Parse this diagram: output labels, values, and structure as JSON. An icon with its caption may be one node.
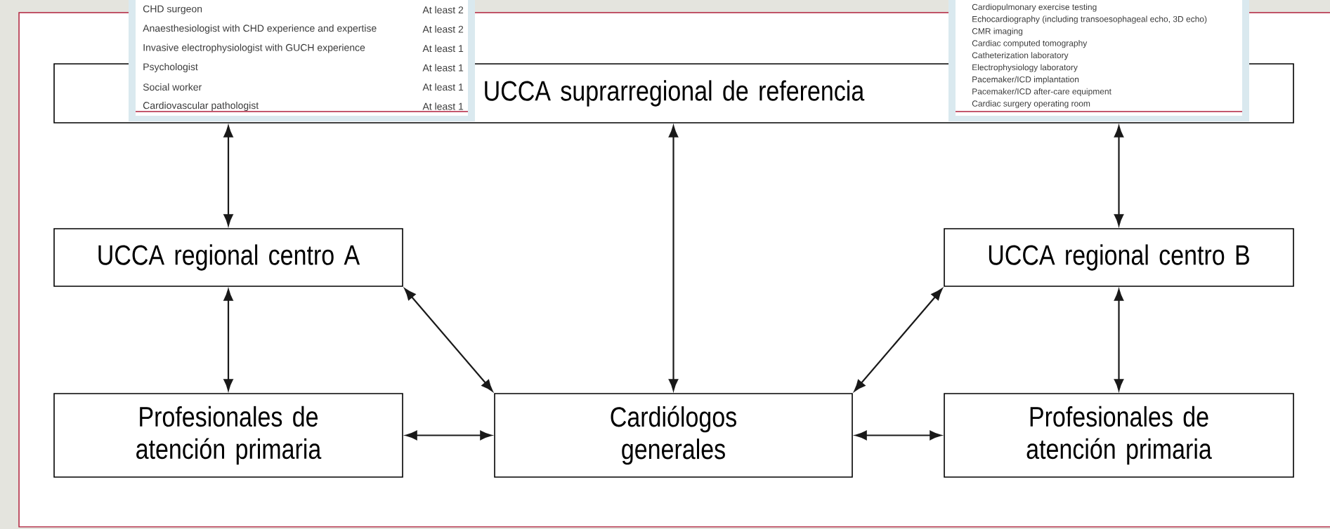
{
  "diagram": {
    "nodes": [
      {
        "text": [
          "UCCA suprarregional de referencia"
        ]
      },
      {
        "text": [
          "UCCA regional centro A"
        ]
      },
      {
        "text": [
          "UCCA regional centro B"
        ]
      },
      {
        "text": [
          "Profesionales de atención primaria"
        ]
      },
      {
        "text": [
          "Cardiólogos generales"
        ]
      },
      {
        "text": [
          "Profesionales de atención primaria"
        ]
      }
    ],
    "edges": [
      {
        "from": 0,
        "to": 1,
        "arrow": "both"
      },
      {
        "from": 0,
        "to": 4,
        "arrow": "both"
      },
      {
        "from": 0,
        "to": 2,
        "arrow": "both"
      },
      {
        "from": 1,
        "to": 3,
        "arrow": "both"
      },
      {
        "from": 1,
        "to": 4,
        "arrow": "both"
      },
      {
        "from": 2,
        "to": 4,
        "arrow": "both"
      },
      {
        "from": 2,
        "to": 5,
        "arrow": "both"
      },
      {
        "from": 3,
        "to": 4,
        "arrow": "both"
      },
      {
        "from": 4,
        "to": 5,
        "arrow": "both"
      }
    ],
    "labels": [
      "CHD surgeon",
      "At least 2",
      "Anaesthesiologist with CHD experience and expertise",
      "At least 2",
      "Invasive electrophysiologist with GUCH experience",
      "At least 1",
      "Psychologist",
      "At least 1",
      "Social worker",
      "At least 1",
      "Cardiovascular pathologist",
      "At least 1",
      "Cardiopulmonary exercise testing",
      "Echocardiography (including transoesophageal echo, 3D echo)",
      "CMR imaging",
      "Cardiac computed tomography",
      "Catheterization laboratory",
      "Electrophysiology laboratory",
      "Pacemaker/ICD implantation",
      "Pacemaker/ICD after-care equipment",
      "Cardiac surgery operating room"
    ]
  }
}
